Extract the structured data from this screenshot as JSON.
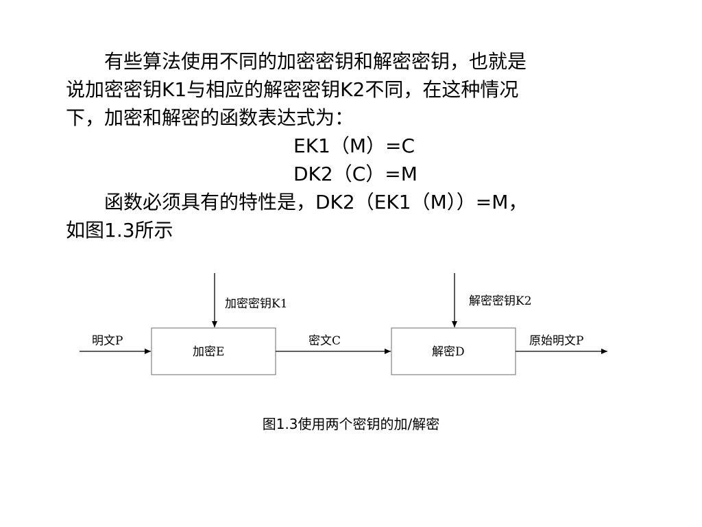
{
  "text": {
    "line1": "有些算法使用不同的加密密钥和解密密钥，也就是",
    "line2": "说加密密钥K1与相应的解密密钥K2不同，在这种情况",
    "line3": "下，加密和解密的函数表达式为：",
    "formula1": "EK1（M）=C",
    "formula2": "DK2（C）=M",
    "line4": "函数必须具有的特性是，DK2（EK1（M））=M，",
    "line5": "如图1.3所示"
  },
  "diagram": {
    "input_label": "明文P",
    "encrypt_box_label": "加密E",
    "encrypt_key_label": "加密密钥K1",
    "ciphertext_label": "密文C",
    "decrypt_box_label": "解密D",
    "decrypt_key_label": "解密密钥K2",
    "output_label": "原始明文P"
  },
  "caption": "图1.3使用两个密钥的加/解密"
}
